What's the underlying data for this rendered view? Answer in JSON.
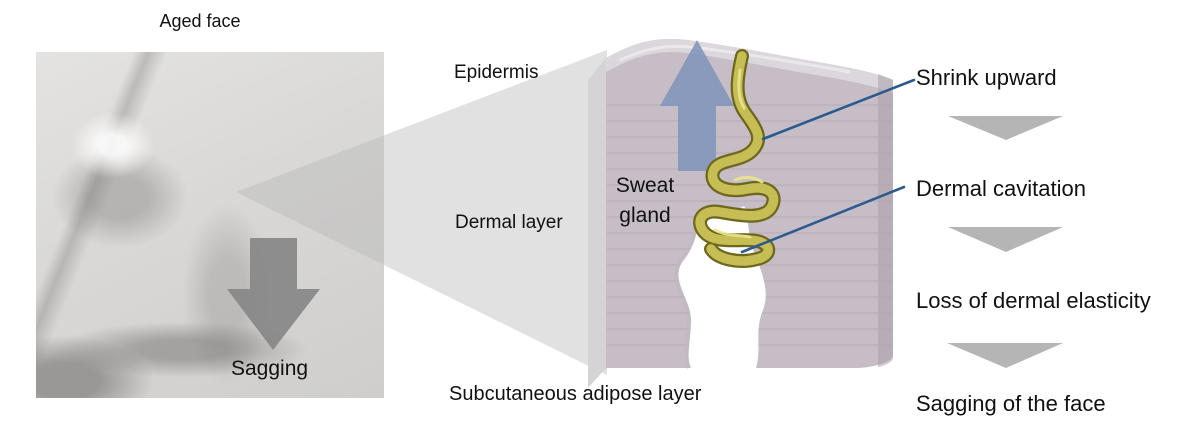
{
  "left_panel": {
    "title": "Aged face",
    "overlay_label": "Sagging"
  },
  "cross_section": {
    "epidermis_label": "Epidermis",
    "dermal_layer_label": "Dermal layer",
    "subcutaneous_label": "Subcutaneous adipose layer",
    "sweat_gland_label": "Sweat\ngland"
  },
  "flow": {
    "steps": [
      {
        "label": "Shrink upward"
      },
      {
        "label": "Dermal cavitation"
      },
      {
        "label": "Loss of dermal elasticity"
      },
      {
        "label": "Sagging of the face"
      }
    ]
  },
  "icons": {
    "sagging_arrow": "thick-arrow-down",
    "shrink_arrow": "thick-arrow-up",
    "flow_separator": "wide-triangle-down"
  },
  "colors": {
    "leader_line": "#2b5a8e",
    "up_arrow": "#8295bb",
    "down_arrow": "#878787",
    "chevron": "#b5b5b5",
    "cone": "#b8b8b8",
    "gland_body": "#c6bd55",
    "gland_outline": "#6e671e",
    "gland_highlight": "#ebe58d",
    "block_front": "#c6bdc6",
    "block_top": "#dcd7dc",
    "block_side": "#d6d3d6",
    "block_edge": "#aba1ab",
    "cavity": "#ffffff"
  }
}
